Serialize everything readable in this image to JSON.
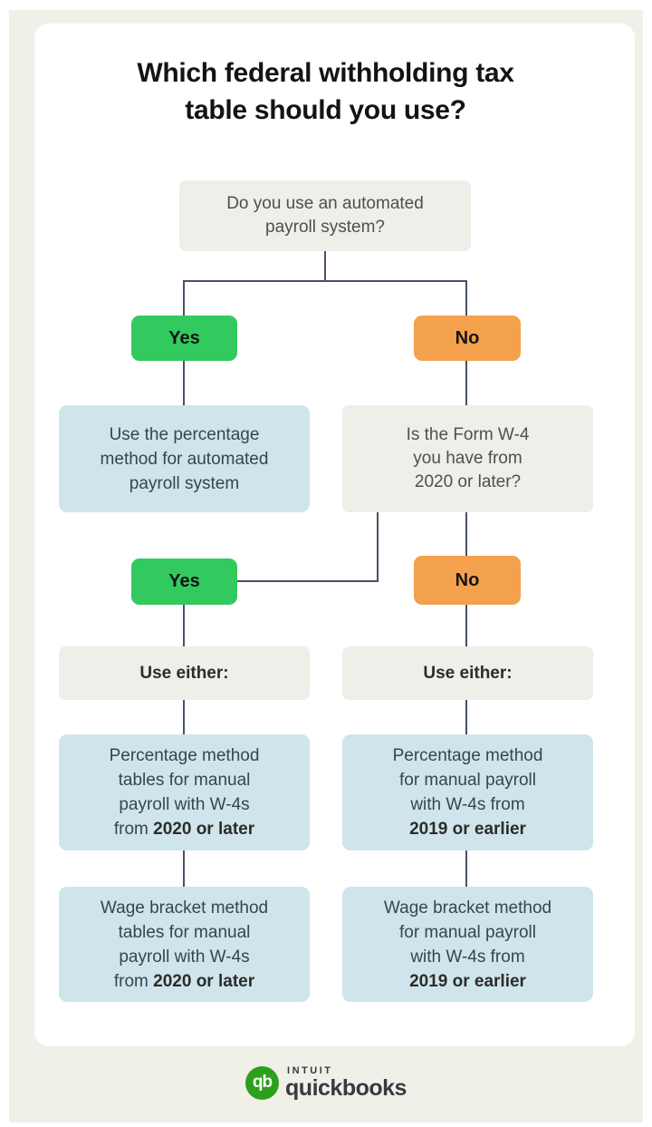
{
  "title": {
    "line1": "Which federal withholding tax",
    "line2": "table should you use?"
  },
  "colors": {
    "yes_green": "#32c95e",
    "no_orange": "#f4a14d",
    "result_blue": "#cfe5eb",
    "question_gray": "#efefe9",
    "connector": "#475166",
    "quickbooks_green": "#2ca01c",
    "background": "#f0f0e9"
  },
  "flow": {
    "q1": {
      "lines": [
        "Do you use an automated",
        "payroll system?"
      ]
    },
    "yes1": {
      "label": "Yes"
    },
    "no1": {
      "label": "No"
    },
    "auto_result": {
      "lines": [
        "Use the percentage",
        "method for automated",
        "payroll system"
      ]
    },
    "q2": {
      "lines": [
        "Is the Form W-4",
        "you have from",
        "2020 or later?"
      ]
    },
    "yes2": {
      "label": "Yes"
    },
    "no2": {
      "label": "No"
    },
    "use_either_left": {
      "label": "Use either:"
    },
    "use_either_right": {
      "label": "Use either:"
    },
    "pct_left": {
      "lines": [
        "Percentage method",
        "tables for manual",
        "payroll with W-4s"
      ],
      "last_normal": "from ",
      "last_bold": "2020 or later"
    },
    "pct_right": {
      "lines": [
        "Percentage method",
        "for manual payroll",
        "with W-4s from"
      ],
      "last_normal": "",
      "last_bold": "2019 or earlier"
    },
    "wage_left": {
      "lines": [
        "Wage bracket method",
        "tables for manual",
        "payroll with W-4s"
      ],
      "last_normal": "from ",
      "last_bold": "2020 or later"
    },
    "wage_right": {
      "lines": [
        "Wage bracket method",
        "for manual payroll",
        "with W-4s from"
      ],
      "last_normal": "",
      "last_bold": "2019 or earlier"
    }
  },
  "logo": {
    "mark": "qb",
    "intuit": "INTUIT",
    "quickbooks": "quickbooks"
  }
}
